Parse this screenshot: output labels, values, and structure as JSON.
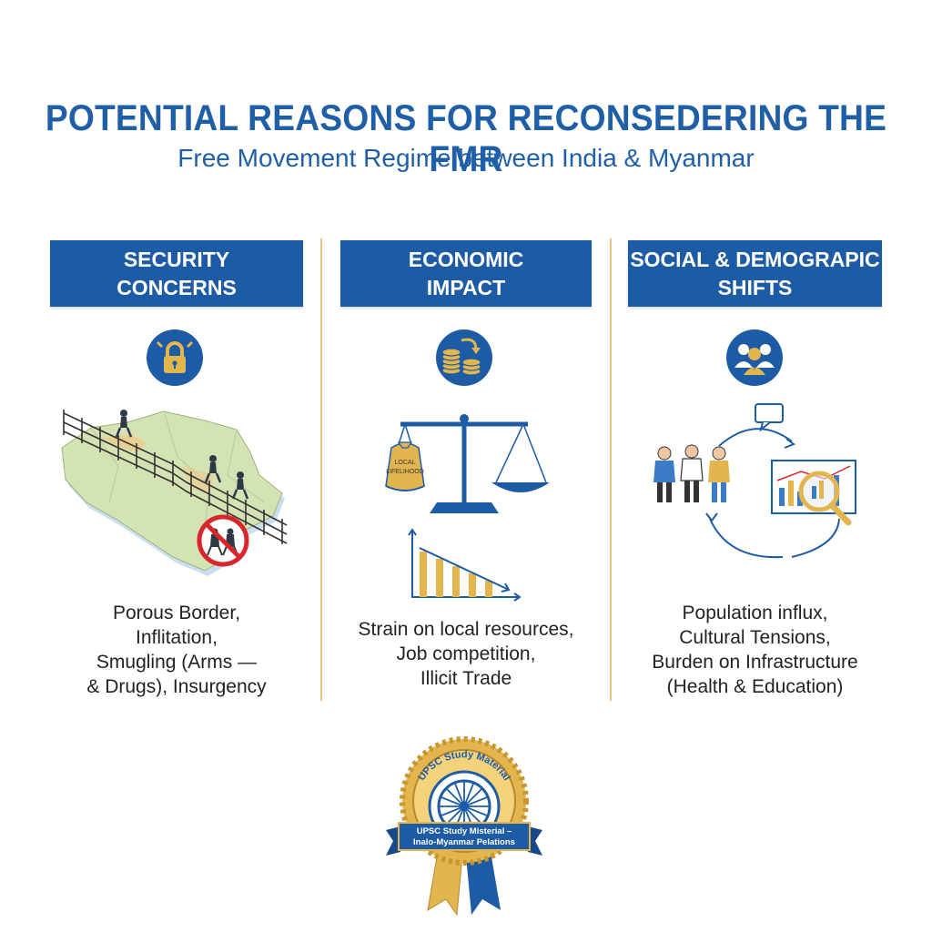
{
  "header": {
    "title": "POTENTIAL REASONS FOR RECONSEDERING THE FMR",
    "subtitle": "Free Movement Regime between India & Myanmar"
  },
  "columns": [
    {
      "id": "security",
      "heading_lines": [
        "SECURITY",
        "CONCERNS"
      ],
      "icon": "padlock-icon",
      "illustration": "border-fence-map",
      "text_lines": [
        "Porous Border,",
        "Inflitation,",
        "Smugling (Arms —",
        "& Drugs), Insurgency"
      ]
    },
    {
      "id": "economic",
      "heading_lines": [
        "ECONOMIC",
        "IMPACT"
      ],
      "icon": "coin-stack-icon",
      "illustration": "balance-scale-and-declining-bar-chart",
      "scale_bag_label_lines": [
        "LOCAL",
        "LIFELIHOOD"
      ],
      "text_lines": [
        "Strain on local resources,",
        "Job competition,",
        "Illicit Trade"
      ]
    },
    {
      "id": "social",
      "heading_lines": [
        "SOCIAL & DEMOGRAPIC",
        "SHIFTS"
      ],
      "icon": "group-people-icon",
      "illustration": "people-cycle-analysis",
      "text_lines": [
        "Population influx,",
        "Cultural Tensions,",
        "Burden on Infrastructure",
        "(Health & Education)"
      ]
    }
  ],
  "badge": {
    "top_text": "UPSC Study Material",
    "ribbon_lines": [
      "UPSC Study Misterial –",
      "Inalo-Myanmar Pelations"
    ]
  },
  "colors": {
    "primary_blue": "#1d5ba5",
    "gold": "#e3b54f",
    "divider": "#e3c684",
    "map_green": "#d4e3b4",
    "no_entry_red": "#d9262b"
  }
}
